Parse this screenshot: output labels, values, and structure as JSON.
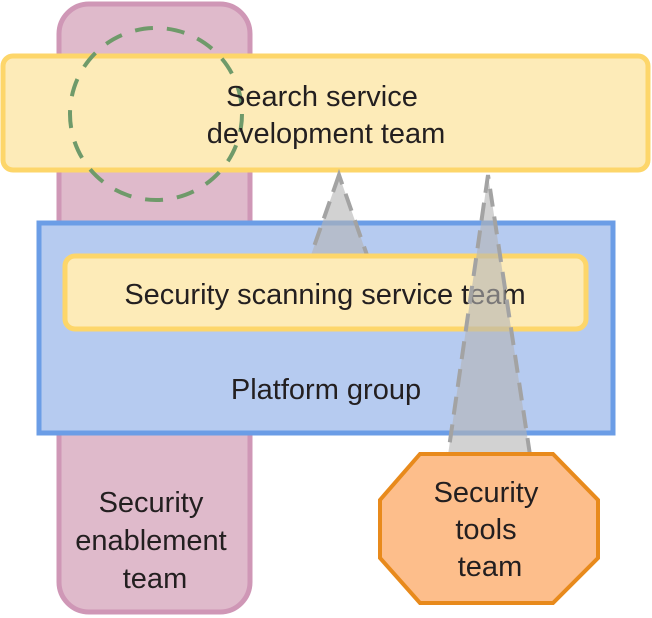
{
  "diagram": {
    "title": "Team topology: security teams interacting with search service and platform",
    "colors": {
      "enablement_fill": "#dfbacb",
      "enablement_stroke": "#cf97b6",
      "stream_fill": "#fdebb8",
      "stream_stroke": "#fdd66a",
      "platform_fill": "#b6cbf0",
      "platform_stroke": "#6b9de6",
      "complicated_fill": "#fdbe8b",
      "complicated_stroke": "#e88a1c",
      "facilitation_stroke": "#6f9a6a",
      "interaction_fill": "#b4b4b4",
      "interaction_stroke": "#a3a3a3",
      "text": "#231f20"
    },
    "nodes": {
      "search_team": {
        "type": "stream-aligned team",
        "lines": [
          "Search service",
          "development team"
        ]
      },
      "scanning_team": {
        "type": "stream-aligned team",
        "lines": [
          "Security scanning service team"
        ]
      },
      "platform_group": {
        "type": "platform group",
        "lines": [
          "Platform group"
        ]
      },
      "enablement_team": {
        "type": "enabling team",
        "lines": [
          "Security",
          "enablement",
          "team"
        ]
      },
      "tools_team": {
        "type": "complicated-subsystem team",
        "lines": [
          "Security",
          "tools",
          "team"
        ]
      }
    },
    "interactions": [
      {
        "from": "scanning_team",
        "to": "search_team",
        "mode": "x-as-a-service"
      },
      {
        "from": "tools_team",
        "to": "search_team",
        "mode": "x-as-a-service"
      },
      {
        "from": "enablement_team",
        "to": "search_team",
        "mode": "facilitating"
      }
    ]
  }
}
